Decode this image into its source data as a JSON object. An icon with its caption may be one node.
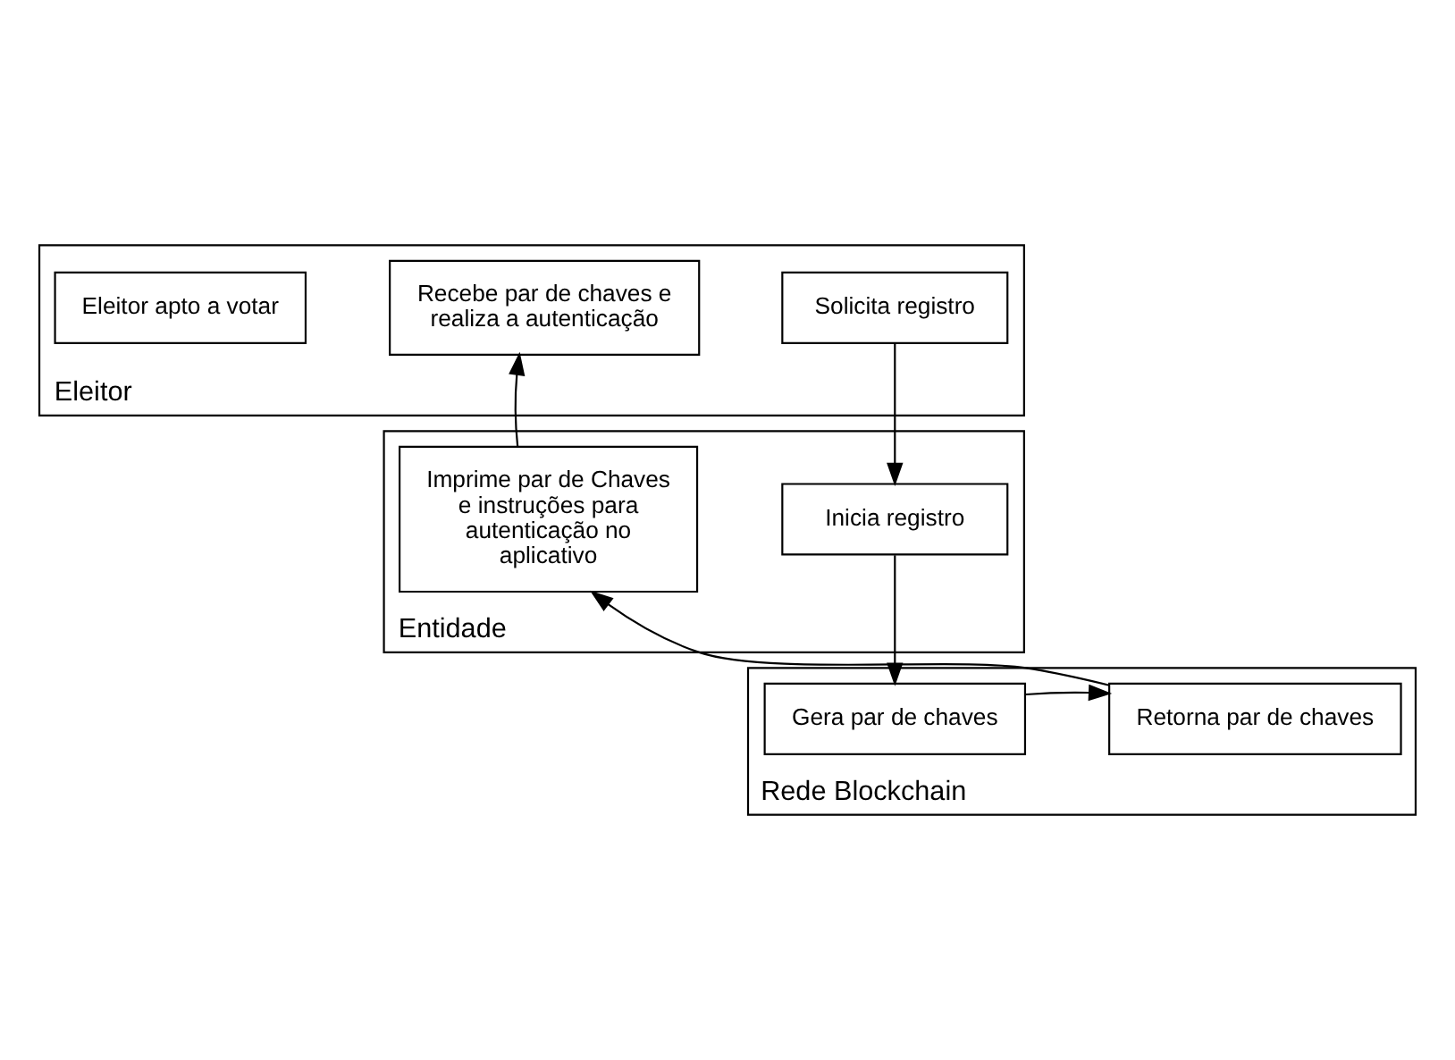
{
  "diagram": {
    "nodes": [
      {
        "text": [
          "Eleitor"
        ]
      },
      {
        "text": [
          "Solicita registro"
        ],
        "in": 0
      },
      {
        "text": [
          "Recebe par de chaves e realiza a autenticação"
        ],
        "in": 0
      },
      {
        "text": [
          "Eleitor apto a votar"
        ],
        "in": 0
      },
      {
        "text": [
          "Entidade"
        ]
      },
      {
        "text": [
          "Inicia registro"
        ],
        "in": 4
      },
      {
        "text": [
          "Imprime par de Chaves e instruções para autenticação no aplicativo"
        ],
        "in": 4
      },
      {
        "text": [
          "Rede Blockchain"
        ]
      },
      {
        "text": [
          "Gera par de chaves"
        ],
        "in": 7
      },
      {
        "text": [
          "Retorna par de chaves"
        ],
        "in": 7
      }
    ],
    "edges": [
      {
        "from": 1,
        "to": 5,
        "arrow": "to"
      },
      {
        "from": 5,
        "to": 8,
        "arrow": "to"
      },
      {
        "from": 8,
        "to": 9,
        "arrow": "to"
      },
      {
        "from": 9,
        "to": 6,
        "arrow": "to"
      },
      {
        "from": 6,
        "to": 2,
        "arrow": "to"
      }
    ]
  }
}
